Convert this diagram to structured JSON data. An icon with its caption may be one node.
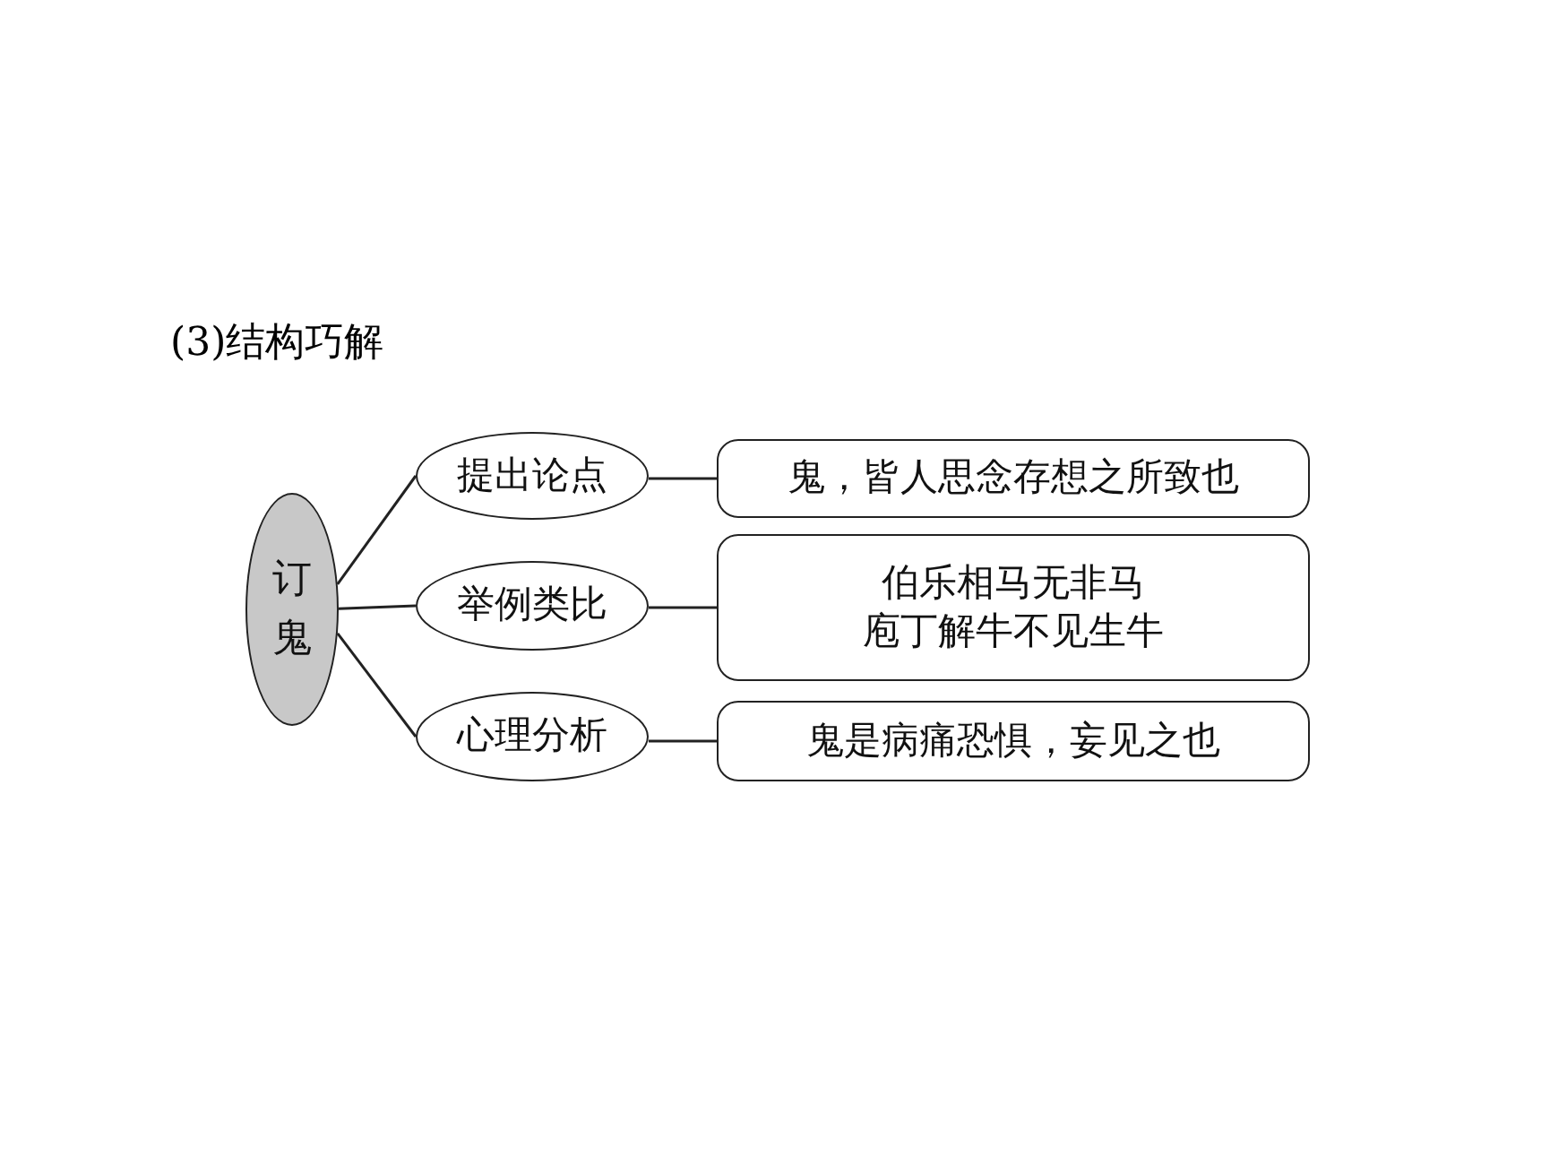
{
  "diagram": {
    "title": "(3)结构巧解",
    "nodes": [
      {
        "text": [
          "订鬼"
        ]
      },
      {
        "text": [
          "提出论点"
        ]
      },
      {
        "text": [
          "举例类比"
        ]
      },
      {
        "text": [
          "心理分析"
        ]
      },
      {
        "text": [
          "鬼，皆人思念存想之所致也"
        ]
      },
      {
        "text": [
          "伯乐相马无非马",
          "庖丁解牛不见生牛"
        ]
      },
      {
        "text": [
          "鬼是病痛恐惧，妄见之也"
        ]
      }
    ],
    "edges": [
      {
        "from": 0,
        "to": 1,
        "arrow": "none"
      },
      {
        "from": 0,
        "to": 2,
        "arrow": "none"
      },
      {
        "from": 0,
        "to": 3,
        "arrow": "none"
      },
      {
        "from": 1,
        "to": 4,
        "arrow": "none"
      },
      {
        "from": 2,
        "to": 5,
        "arrow": "none"
      },
      {
        "from": 3,
        "to": 6,
        "arrow": "none"
      }
    ]
  }
}
